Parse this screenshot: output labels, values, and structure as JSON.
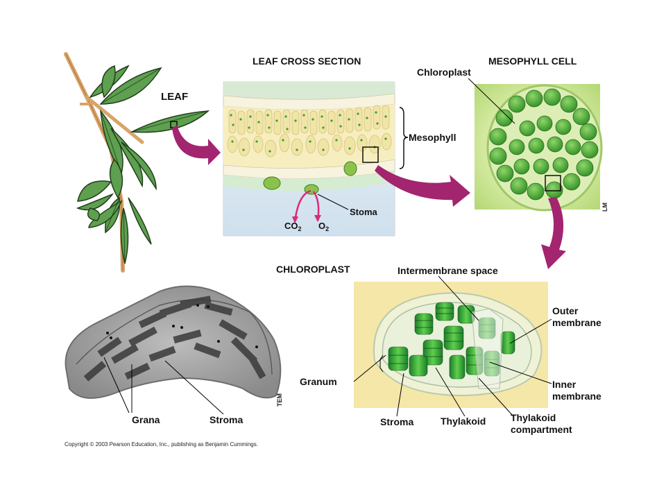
{
  "leaf": {
    "title": "LEAF"
  },
  "cross_section": {
    "title": "LEAF CROSS SECTION",
    "mesophyll": "Mesophyll",
    "stoma": "Stoma",
    "co2": {
      "base": "CO",
      "sub": "2"
    },
    "o2": {
      "base": "O",
      "sub": "2"
    }
  },
  "mesophyll_cell": {
    "title": "MESOPHYLL CELL",
    "chloroplast": "Chloroplast",
    "scale_tag": "LM"
  },
  "chloroplast": {
    "title": "CHLOROPLAST",
    "intermembrane_space": "Intermembrane space",
    "outer_membrane": [
      "Outer",
      "membrane"
    ],
    "inner_membrane": [
      "Inner",
      "membrane"
    ],
    "granum": "Granum",
    "stroma": "Stroma",
    "thylakoid": "Thylakoid",
    "thylakoid_compartment": [
      "Thylakoid",
      "compartment"
    ]
  },
  "tem": {
    "grana": "Grana",
    "stroma": "Stroma",
    "scale_tag": "TEM"
  },
  "copyright": "Copyright © 2003 Pearson Education, Inc., publishing as Benjamin Cummings.",
  "colors": {
    "arrow": "#a3246f",
    "leaf_green": "#5a9e4b",
    "chloroplast_green": "#2f9a2f",
    "panel_yellow": "#f5e7a8",
    "micrograph_green": "#4fae3a"
  }
}
